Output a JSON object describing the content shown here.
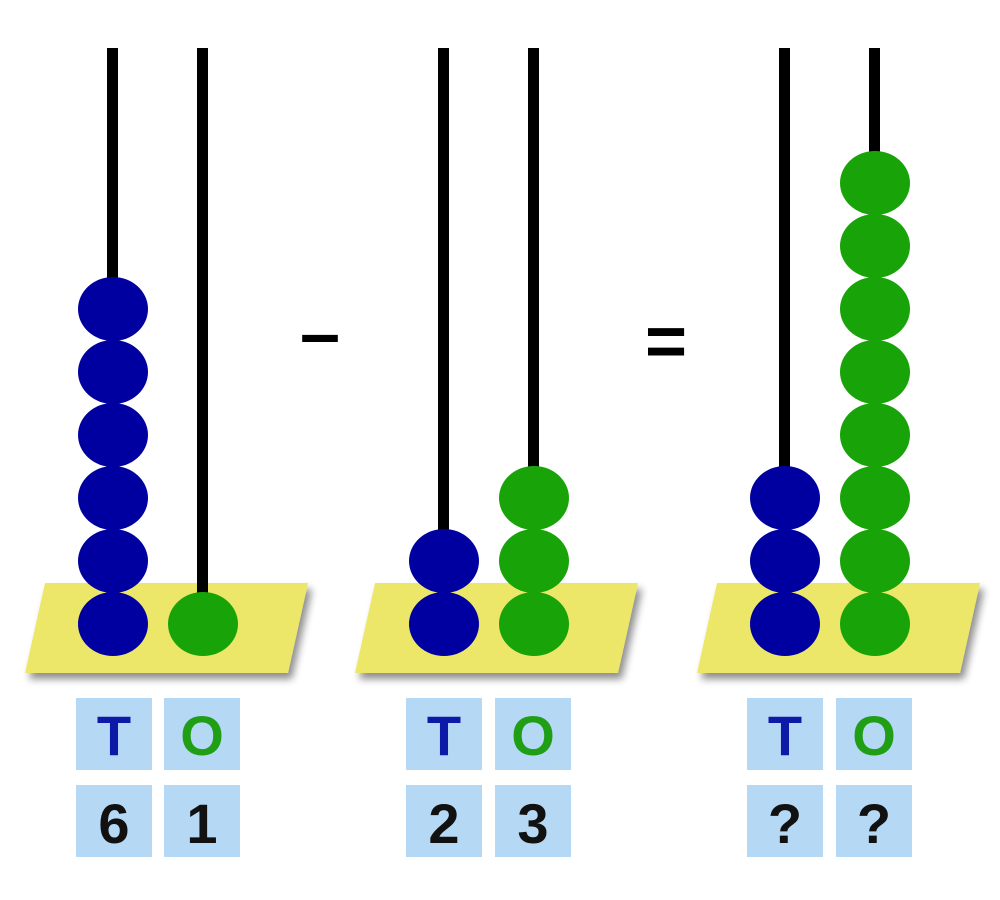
{
  "colors": {
    "tens_bead": "#0000a0",
    "ones_bead": "#18a308",
    "rod": "#000000",
    "base": "#ece769",
    "base_shadow": "#9a9a9a",
    "label_box": "#b5d8f5",
    "tens_label_text": "#0d1aa8",
    "ones_label_text": "#1f9e16",
    "value_text": "#111111",
    "operator_text": "#000000"
  },
  "operators": {
    "minus": "–",
    "equals": "="
  },
  "abacuses": [
    {
      "id": "minuend",
      "tens": {
        "label": "T",
        "value": "6",
        "beads": 6
      },
      "ones": {
        "label": "O",
        "value": "1",
        "beads": 1
      }
    },
    {
      "id": "subtrahend",
      "tens": {
        "label": "T",
        "value": "2",
        "beads": 2
      },
      "ones": {
        "label": "O",
        "value": "3",
        "beads": 3
      }
    },
    {
      "id": "result",
      "tens": {
        "label": "T",
        "value": "?",
        "beads": 3
      },
      "ones": {
        "label": "O",
        "value": "?",
        "beads": 8
      }
    }
  ]
}
